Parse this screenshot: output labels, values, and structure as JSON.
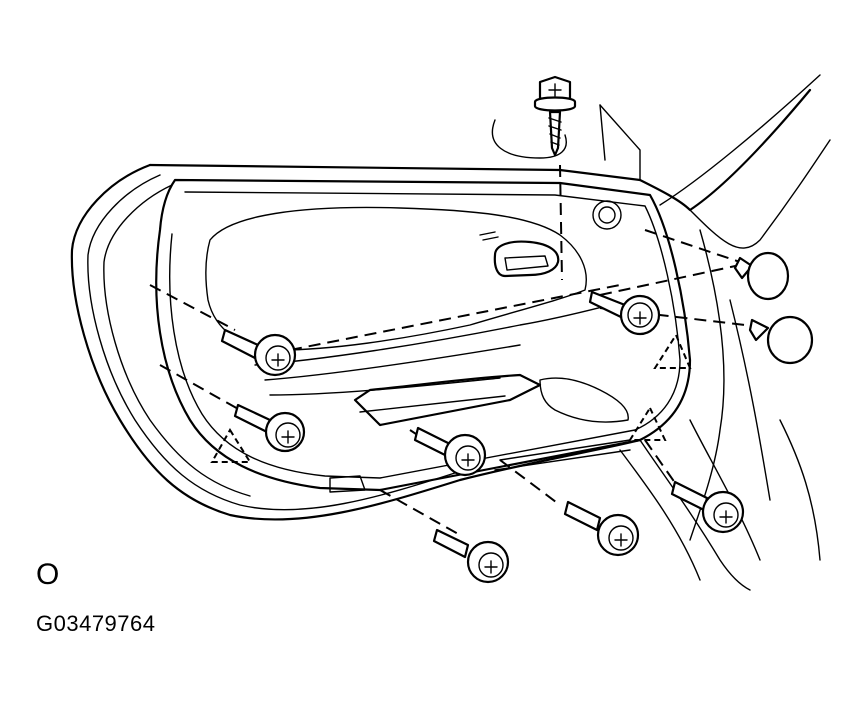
{
  "diagram": {
    "view_label": "O",
    "figure_id": "G03479764",
    "colors": {
      "line": "#000000",
      "background": "#ffffff"
    },
    "parts": [
      "door-frame",
      "door-trim-panel",
      "armrest",
      "inside-handle",
      "speaker-grille",
      "top-screw",
      "trim-screw",
      "clip",
      "guide-triangle"
    ]
  }
}
